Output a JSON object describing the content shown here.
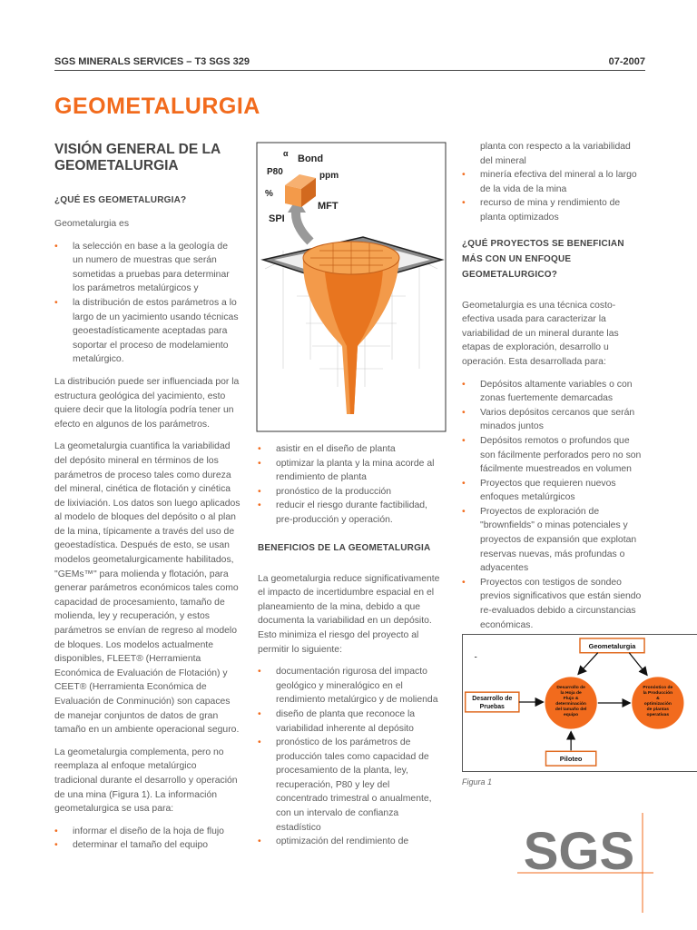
{
  "header": {
    "left": "SGS MINERALS SERVICES – T3 SGS 329",
    "right": "07-2007"
  },
  "title": "GEOMETALURGIA",
  "col1": {
    "heading": "VISIÓN GENERAL DE LA GEOMETALURGIA",
    "q1": "¿QUÉ ES GEOMETALURGIA?",
    "p1": "Geometalurgia es",
    "b1": "la selección en base a la geología de un numero de muestras que serán sometidas a pruebas para determinar los parámetros metalúrgicos y",
    "b2": "la distribución de estos parámetros a lo largo de un yacimiento usando técnicas geoestadísticamente aceptadas para soportar el proceso de modelamiento metalúrgico.",
    "p2": "La distribución puede ser influenciada por la estructura geológica del yacimiento, esto quiere decir que la litología podría tener un efecto en algunos de los parámetros.",
    "p3": "La geometalurgia cuantifica la variabilidad del depósito mineral en términos de los parámetros de proceso tales como dureza del mineral, cinética de flotación y cinética de lixiviación. Los datos son luego aplicados al modelo de bloques del depósito o al plan de la mina, típicamente a través del uso de geoestadística. Después de esto, se usan modelos geometalurgicamente habilitados, \"GEMs™\" para molienda y flotación, para generar parámetros económicos tales como capacidad de procesamiento, tamaño de molienda, ley y recuperación, y estos parámetros se envían de regreso al modelo de bloques. Los modelos actualmente disponibles, FLEET® (Herramienta Económica de Evaluación de Flotación) y CEET® (Herramienta Económica de Evaluación de Conminución) son capaces de manejar conjuntos de datos de gran tamaño en un ambiente operacional seguro.",
    "p4": "La geometalurgia complementa, pero no reemplaza al enfoque metalúrgico tradicional durante el desarrollo y operación de una mina (Figura 1). La información geometalurgica se usa para:",
    "b3": "informar el diseño de la hoja de flujo",
    "b4": "determinar el tamaño del equipo"
  },
  "figure_cone": {
    "labels": {
      "alpha": "α",
      "bond": "Bond",
      "p80": "P80",
      "ppm": "ppm",
      "pct": "%",
      "mft": "MFT",
      "spi": "SPI"
    }
  },
  "col2": {
    "b1": "asistir en el diseño de planta",
    "b2": "optimizar la planta y la mina acorde al rendimiento de planta",
    "b3": "pronóstico de la producción",
    "b4": "reducir el riesgo durante factibilidad, pre-producción y operación.",
    "heading": "BENEFICIOS DE LA GEOMETALURGIA",
    "p1": "La geometalurgia reduce significativamente el impacto de incertidumbre espacial en el planeamiento de la mina, debido a que documenta la variabilidad en un depósito. Esto minimiza el riesgo del proyecto al permitir lo siguiente:",
    "b5": "documentación rigurosa del impacto geológico y mineralógico en el rendimiento metalúrgico y de molienda",
    "b6": "diseño de planta que reconoce la variabilidad inherente al depósito",
    "b7": " pronóstico de los parámetros de producción tales como capacidad de procesamiento de la planta, ley, recuperación, P80 y ley del concentrado trimestral o anualmente, con un intervalo de confianza estadístico",
    "b8": "optimización del rendimiento de"
  },
  "col3": {
    "c1": "planta con respecto a la variabilidad del mineral",
    "b1": "minería efectiva del mineral a lo largo de la vida de la mina",
    "b2": "recurso de mina y rendimiento de planta optimizados",
    "heading": "¿QUÉ PROYECTOS SE BENEFICIAN MÁS CON UN ENFOQUE GEOMETALURGICO?",
    "p1": "Geometalurgia es una técnica costo-efectiva usada para caracterizar la variabilidad de un mineral durante las etapas de exploración, desarrollo u operación.  Esta desarrollada para:",
    "b3": "Depósitos altamente variables o con zonas fuertemente demarcadas",
    "b4": "Varios depósitos cercanos que serán minados juntos",
    "b5": "Depósitos remotos o profundos que son fácilmente perforados pero no son fácilmente muestreados en volumen",
    "b6": "Proyectos que requieren nuevos enfoques metalúrgicos",
    "b7": "Proyectos de exploración de \"brownfields\" o minas potenciales y proyectos de expansión que explotan reservas nuevas, más profundas o adyacentes",
    "b8": "Proyectos con testigos de sondeo previos significativos que están siendo re-evaluados debido a circunstancias económicas."
  },
  "figure1": {
    "dash": "-",
    "geometalurgia": "Geometalurgia",
    "desarrollo": "Desarrollo de Pruebas",
    "center1": "Desarrollo de la Hoja de Flujo & determinación del tamaño del equipo",
    "center2": "Pronóstico de la Producción & optimización de plantas operativas",
    "piloteo": "Piloteo",
    "caption": "Figura 1"
  },
  "logo": {
    "text": "SGS"
  },
  "colors": {
    "accent": "#f26b1d",
    "text": "#5c5c5c",
    "heading": "#444444"
  }
}
